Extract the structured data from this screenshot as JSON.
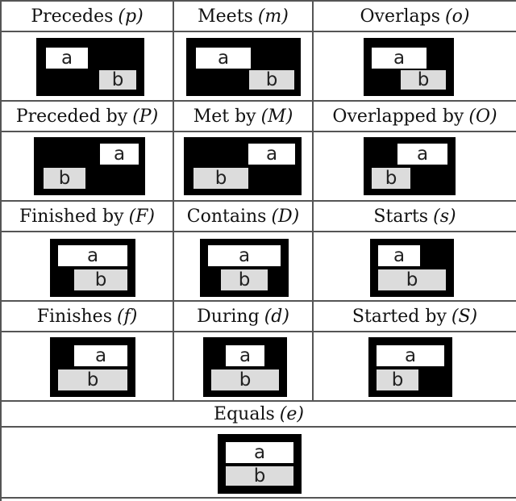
{
  "relations": [
    {
      "id": "precedes",
      "label": "Precedes",
      "symbol": "(p)"
    },
    {
      "id": "meets",
      "label": "Meets",
      "symbol": "(m)"
    },
    {
      "id": "overlaps",
      "label": "Overlaps",
      "symbol": "(o)"
    },
    {
      "id": "preceded-by",
      "label": "Preceded by",
      "symbol": "(P)"
    },
    {
      "id": "met-by",
      "label": "Met by",
      "symbol": "(M)"
    },
    {
      "id": "overlapped-by",
      "label": "Overlapped by",
      "symbol": "(O)"
    },
    {
      "id": "finished-by",
      "label": "Finished by",
      "symbol": "(F)"
    },
    {
      "id": "contains",
      "label": "Contains",
      "symbol": "(D)"
    },
    {
      "id": "starts",
      "label": "Starts",
      "symbol": "(s)"
    },
    {
      "id": "finishes",
      "label": "Finishes",
      "symbol": "(f)"
    },
    {
      "id": "during",
      "label": "During",
      "symbol": "(d)"
    },
    {
      "id": "started-by",
      "label": "Started by",
      "symbol": "(S)"
    },
    {
      "id": "equals",
      "label": "Equals",
      "symbol": "(e)"
    }
  ],
  "bars": {
    "a": "a",
    "b": "b"
  },
  "colors": {
    "background": "#000000",
    "bar_a": "#ffffff",
    "bar_b": "#dcdcdc",
    "grid": "#555555"
  }
}
